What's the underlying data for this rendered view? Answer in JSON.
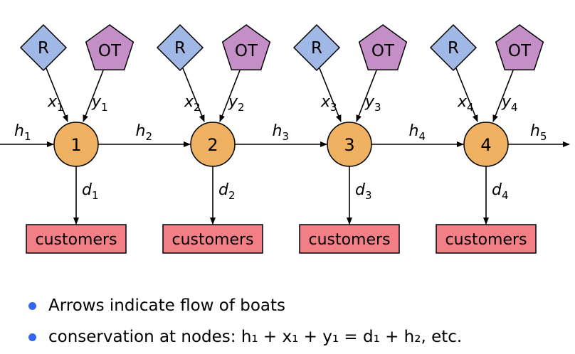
{
  "diagram": {
    "stages": [
      {
        "node": "1",
        "r": "R",
        "ot": "OT",
        "x_var": "x",
        "x_sub": "1",
        "y_var": "y",
        "y_sub": "1",
        "d_var": "d",
        "d_sub": "1",
        "customers": "customers"
      },
      {
        "node": "2",
        "r": "R",
        "ot": "OT",
        "x_var": "x",
        "x_sub": "2",
        "y_var": "y",
        "y_sub": "2",
        "d_var": "d",
        "d_sub": "2",
        "customers": "customers"
      },
      {
        "node": "3",
        "r": "R",
        "ot": "OT",
        "x_var": "x",
        "x_sub": "3",
        "y_var": "y",
        "y_sub": "3",
        "d_var": "d",
        "d_sub": "3",
        "customers": "customers"
      },
      {
        "node": "4",
        "r": "R",
        "ot": "OT",
        "x_var": "x",
        "x_sub": "4",
        "y_var": "y",
        "y_sub": "4",
        "d_var": "d",
        "d_sub": "4",
        "customers": "customers"
      }
    ],
    "flows": [
      {
        "var": "h",
        "sub": "1"
      },
      {
        "var": "h",
        "sub": "2"
      },
      {
        "var": "h",
        "sub": "3"
      },
      {
        "var": "h",
        "sub": "4"
      },
      {
        "var": "h",
        "sub": "5"
      }
    ],
    "colors": {
      "r_fill": "#9fb8e6",
      "ot_fill": "#c38fc6",
      "node_fill": "#efb062",
      "customers_fill": "#f27f85"
    }
  },
  "bullets": [
    {
      "text": "Arrows indicate flow of boats"
    },
    {
      "prefix": "conservation at nodes: ",
      "equation": "h₁ + x₁ + y₁ = d₁ + h₂",
      "suffix": ", etc."
    }
  ]
}
